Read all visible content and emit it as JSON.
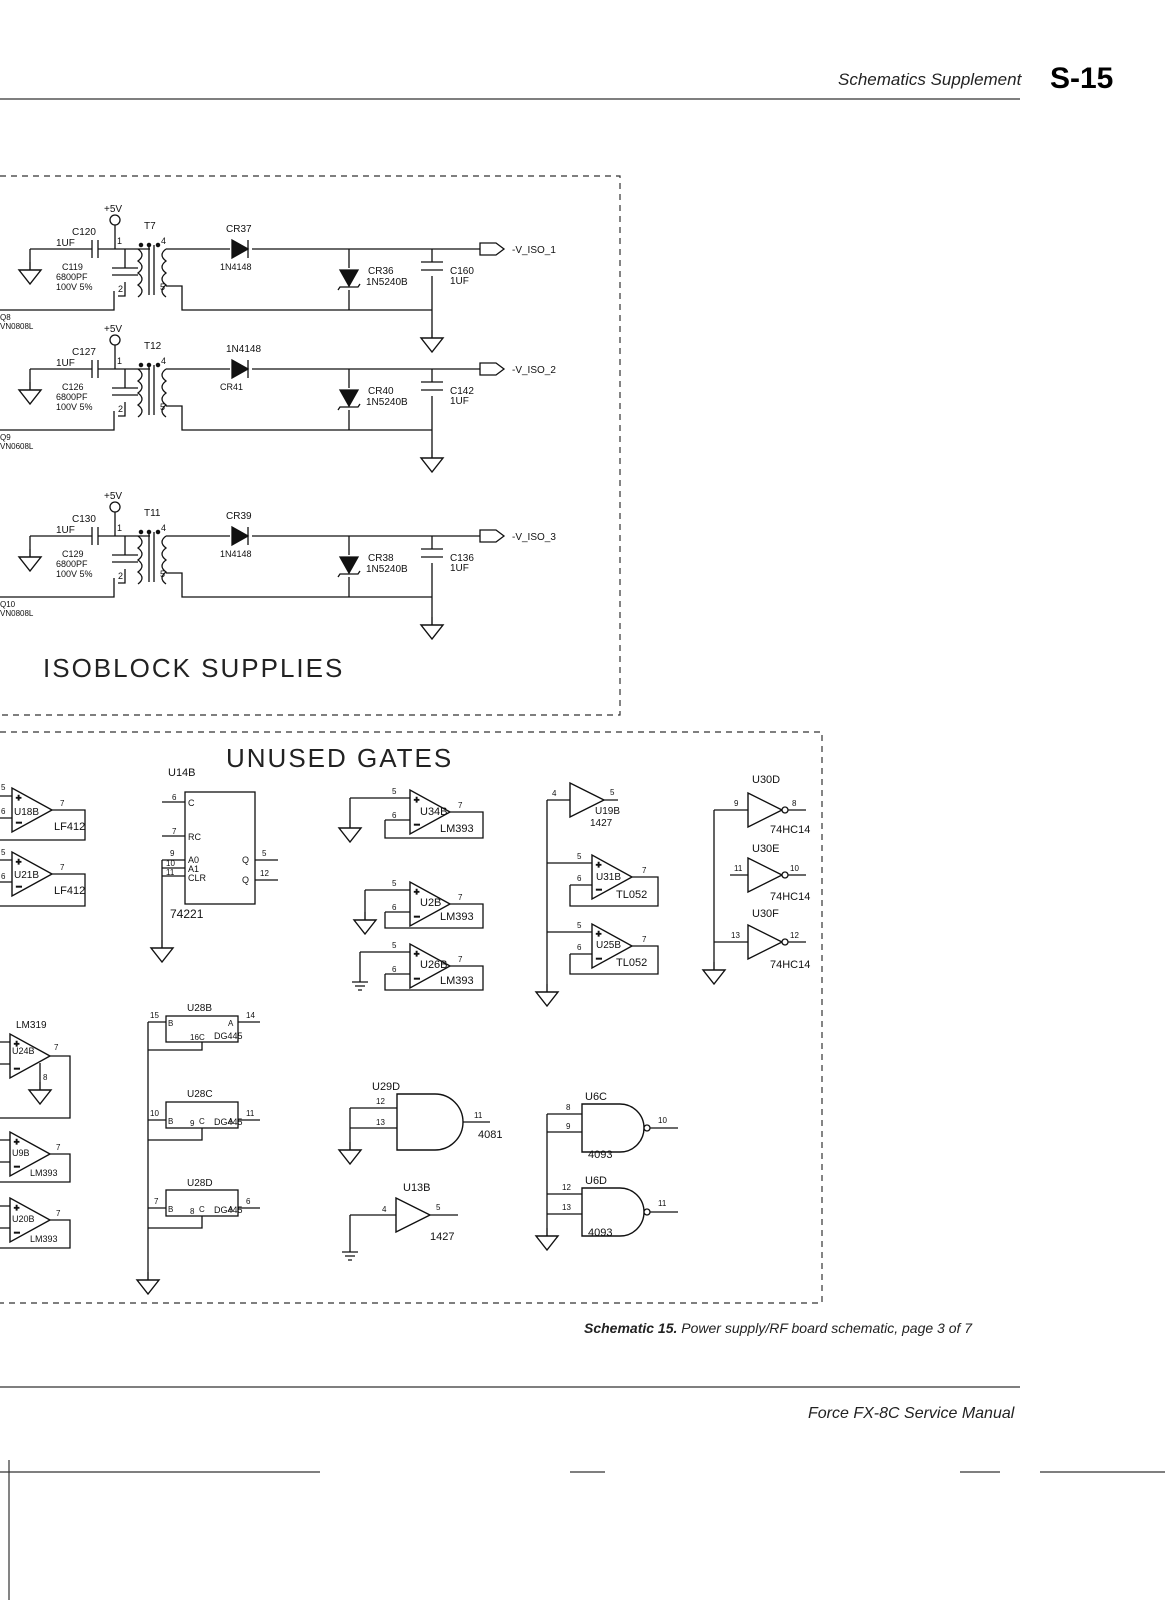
{
  "header": {
    "title": "Schematics Supplement",
    "page": "S-15"
  },
  "sections": {
    "iso_title": "ISOBLOCK SUPPLIES",
    "unused_title": "UNUSED GATES"
  },
  "caption": {
    "label": "Schematic 15.",
    "text": "Power supply/RF board schematic, page 3 of 7"
  },
  "footer": {
    "text": "Force FX-8C Service Manual"
  },
  "iso_channels": [
    {
      "vcc": "+5V",
      "cap_in": "C120",
      "cap_in_val": "1UF",
      "cap_snub": "C119",
      "cap_snub_v1": "6800PF",
      "cap_snub_v2": "100V 5%",
      "xfmr": "T7",
      "diode": "CR37",
      "diode_part": "1N4148",
      "zener": "CR36",
      "zener_part": "1N5240B",
      "cap_out": "C160",
      "cap_out_val": "1UF",
      "net": "-V_ISO_1",
      "fet": "Q8",
      "fet_part": "VN0808L"
    },
    {
      "vcc": "+5V",
      "cap_in": "C127",
      "cap_in_val": "1UF",
      "cap_snub": "C126",
      "cap_snub_v1": "6800PF",
      "cap_snub_v2": "100V 5%",
      "xfmr": "T12",
      "diode": "CR41",
      "diode_part": "1N4148",
      "zener": "CR40",
      "zener_part": "1N5240B",
      "cap_out": "C142",
      "cap_out_val": "1UF",
      "net": "-V_ISO_2",
      "fet": "Q9",
      "fet_part": "VN0608L"
    },
    {
      "vcc": "+5V",
      "cap_in": "C130",
      "cap_in_val": "1UF",
      "cap_snub": "C129",
      "cap_snub_v1": "6800PF",
      "cap_snub_v2": "100V 5%",
      "xfmr": "T11",
      "diode": "CR39",
      "diode_part": "1N4148",
      "zener": "CR38",
      "zener_part": "1N5240B",
      "cap_out": "C136",
      "cap_out_val": "1UF",
      "net": "-V_ISO_3",
      "fet": "Q10",
      "fet_part": "VN0808L"
    }
  ],
  "gates": {
    "u18b": {
      "ref": "U18B",
      "part": "LF412"
    },
    "u21b": {
      "ref": "U21B",
      "part": "LF412"
    },
    "u24b": {
      "ref": "U24B",
      "part": "LM319"
    },
    "u9b": {
      "ref": "U9B",
      "part": "LM393"
    },
    "u20b": {
      "ref": "U20B",
      "part": "LM393"
    },
    "u14b": {
      "ref": "U14B",
      "part": "74221",
      "pins": [
        "C",
        "RC",
        "A0",
        "A1",
        "CLR",
        "Q",
        "Q"
      ]
    },
    "u28b": {
      "ref": "U28B",
      "part": "DG445",
      "p": [
        "15",
        "14",
        "16"
      ]
    },
    "u28c": {
      "ref": "U28C",
      "part": "DG445",
      "p": [
        "10",
        "11",
        "9"
      ]
    },
    "u28d": {
      "ref": "U28D",
      "part": "DG445",
      "p": [
        "7",
        "6",
        "8"
      ]
    },
    "u34b": {
      "ref": "U34B",
      "part": "LM393"
    },
    "u2b": {
      "ref": "U2B",
      "part": "LM393"
    },
    "u26b": {
      "ref": "U26B",
      "part": "LM393"
    },
    "u29d": {
      "ref": "U29D",
      "part": "4081"
    },
    "u13b": {
      "ref": "U13B",
      "part": "1427"
    },
    "u19b": {
      "ref": "U19B",
      "part": "1427"
    },
    "u31b": {
      "ref": "U31B",
      "part": "TL052"
    },
    "u25b": {
      "ref": "U25B",
      "part": "TL052"
    },
    "u6c": {
      "ref": "U6C",
      "part": "4093"
    },
    "u6d": {
      "ref": "U6D",
      "part": "4093"
    },
    "u30d": {
      "ref": "U30D",
      "part": "74HC14"
    },
    "u30e": {
      "ref": "U30E",
      "part": "74HC14"
    },
    "u30f": {
      "ref": "U30F",
      "part": "74HC14"
    }
  }
}
